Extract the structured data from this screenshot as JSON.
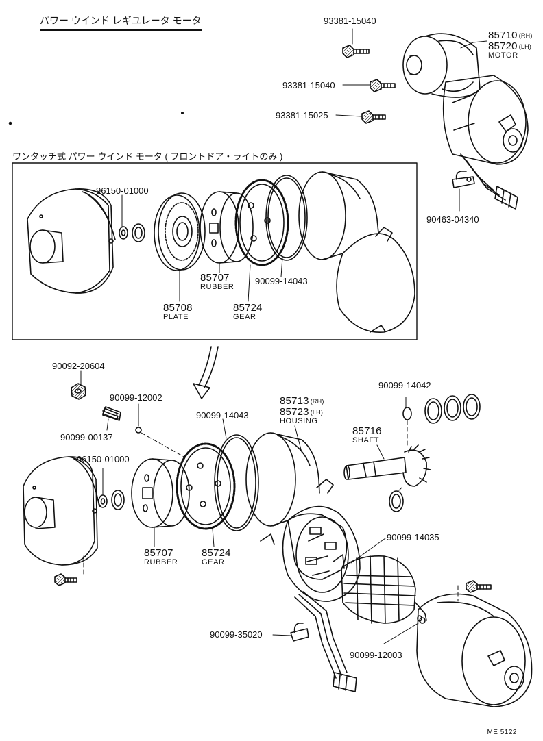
{
  "title": "パワー ウインド レギユレータ モータ",
  "inset_title": "ワンタッチ式 パワー ウインド モータ ( フロントドア・ライトのみ )",
  "drawing_code": "ME 5122",
  "side_rh": "(RH)",
  "side_lh": "(LH)",
  "top_parts": {
    "bolt_1": "93381-15040",
    "bolt_2": "93381-15040",
    "bolt_3": "93381-15025",
    "motor_rh": "85710",
    "motor_lh": "85720",
    "motor_name": "MOTOR",
    "clamp": "90463-04340"
  },
  "inset_parts": {
    "washer": "96150-01000",
    "rubber_num": "85707",
    "rubber_name": "RUBBER",
    "plate_num": "85708",
    "plate_name": "PLATE",
    "gear_num": "85724",
    "gear_name": "GEAR",
    "ring": "90099-14043"
  },
  "main_parts": {
    "nut": "90092-20604",
    "ball": "90099-12002",
    "spring": "90099-00137",
    "washer": "96150-01000",
    "rubber_num": "85707",
    "rubber_name": "RUBBER",
    "gear_num": "85724",
    "gear_name": "GEAR",
    "ring": "90099-14043",
    "housing_rh": "85713",
    "housing_lh": "85723",
    "housing_name": "HOUSING",
    "shaft_num": "85716",
    "shaft_name": "SHAFT",
    "shaft_washers": "90099-14042",
    "brush": "90099-14035",
    "clamp": "90099-35020",
    "ball_2": "90099-12003"
  }
}
